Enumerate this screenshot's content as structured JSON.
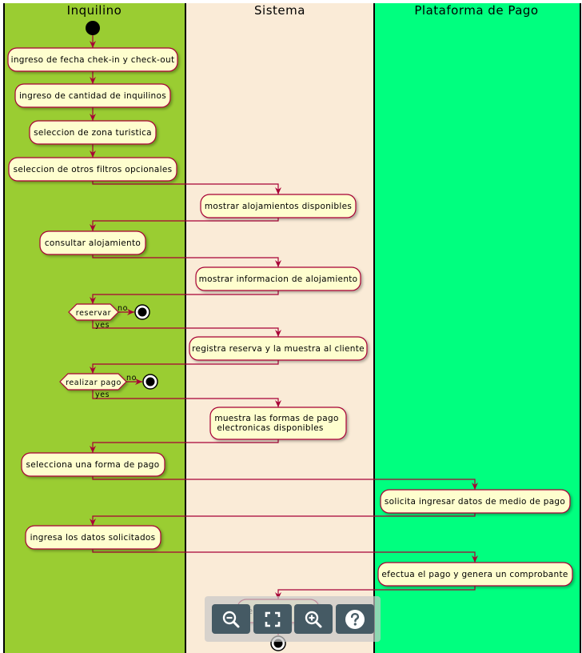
{
  "lanes": [
    {
      "title": "Inquilino",
      "color": "#9ACD32"
    },
    {
      "title": "Sistema",
      "color": "#FAEBD7"
    },
    {
      "title": "Plataforma de Pago",
      "color": "#00FF7F"
    }
  ],
  "activities": {
    "a1": "ingreso de fecha chek-in y check-out",
    "a2": "ingreso de cantidad de inquilinos",
    "a3": "seleccion de zona turistica",
    "a4": "seleccion de otros filtros opcionales",
    "a5": "mostrar alojamientos disponibles",
    "a6": "consultar alojamiento",
    "a7": "mostrar informacion de alojamiento",
    "a8": "registra reserva y la muestra al cliente",
    "a9_line1": "muestra las formas de pago",
    "a9_line2": "electronicas disponibles",
    "a10": "selecciona una forma de pago",
    "a11": "solicita ingresar datos de medio de pago",
    "a12": "ingresa los datos solicitados",
    "a13": "efectua el pago y genera un comprobante",
    "a14": "e"
  },
  "decisions": {
    "d1": "reservar",
    "d2": "realizar pago"
  },
  "branch_labels": {
    "d1_no": "no",
    "d1_yes": "yes",
    "d2_no": "no",
    "d2_yes": "yes"
  },
  "toolbar": {
    "zoom_out_icon": "zoom-out-icon",
    "fullscreen_icon": "fullscreen-icon",
    "zoom_in_icon": "zoom-in-icon",
    "help_icon": "help-icon"
  },
  "colors": {
    "activity_fill": "#FEFECE",
    "border": "#A80036",
    "toolbar_button": "#455A64"
  }
}
